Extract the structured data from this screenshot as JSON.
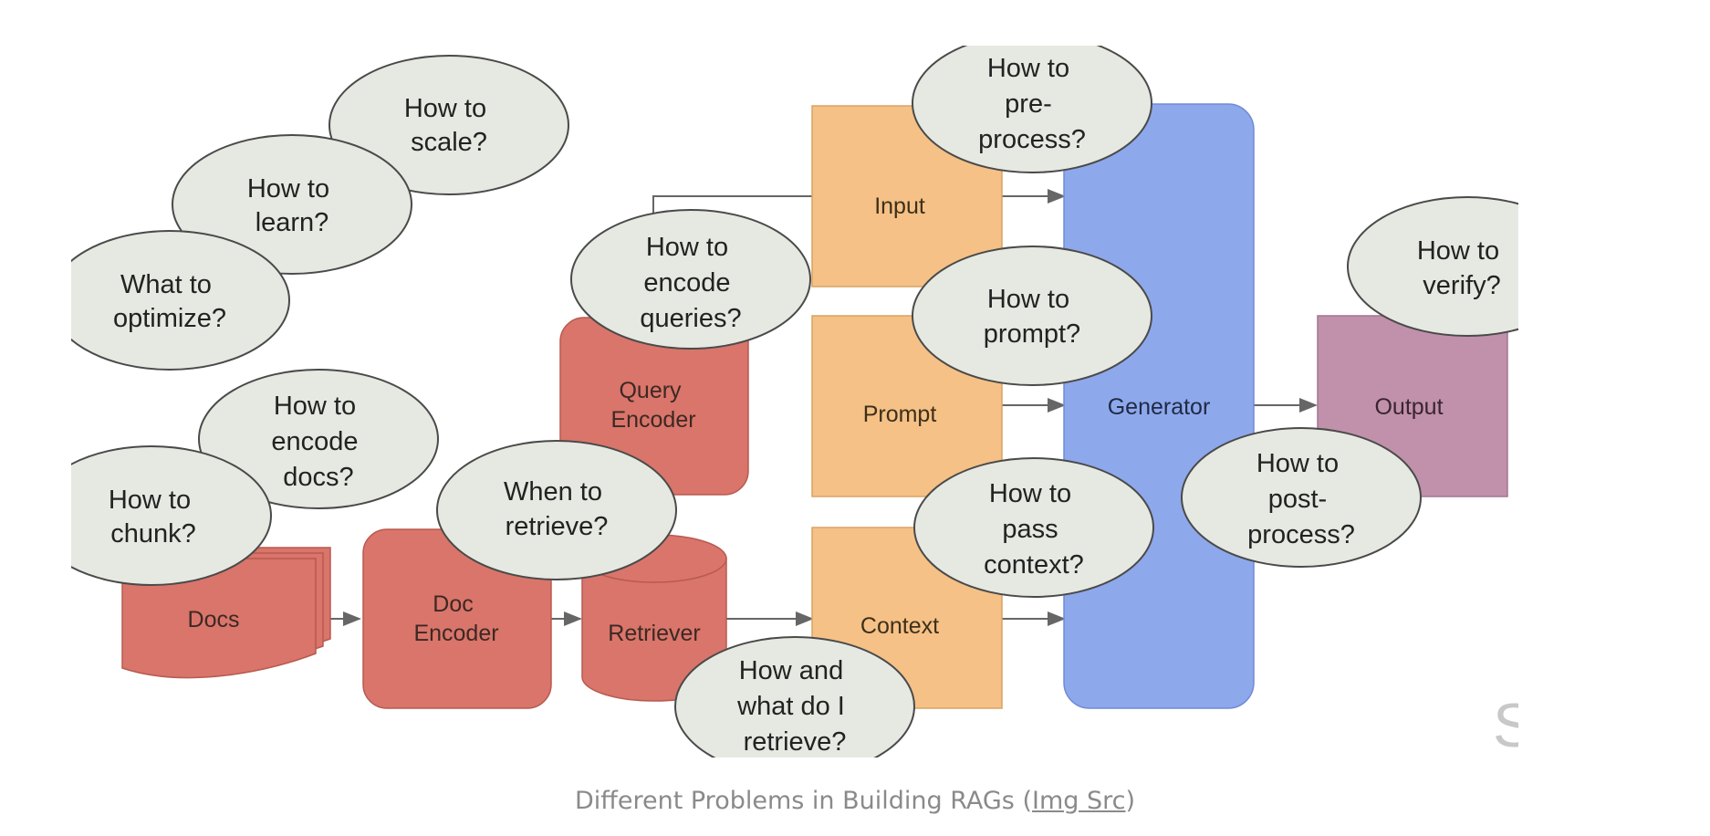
{
  "colors": {
    "red": "#d9756a",
    "orange": "#f5c186",
    "blue": "#8ea8ec",
    "purple": "#c191ac",
    "bubble": "#e6e9e1",
    "bubble_stroke": "#4a4a4a",
    "arrow": "#666666"
  },
  "components": {
    "docs": "Docs",
    "doc_encoder": [
      "Doc",
      "Encoder"
    ],
    "retriever": "Retriever",
    "query_encoder": [
      "Query",
      "Encoder"
    ],
    "input": "Input",
    "prompt": "Prompt",
    "context": "Context",
    "generator": "Generator",
    "output": "Output"
  },
  "questions": {
    "scale": [
      "How to",
      "scale?"
    ],
    "learn": [
      "How to",
      "learn?"
    ],
    "optimize": [
      "What to",
      "optimize?"
    ],
    "encode_docs": [
      "How to",
      "encode",
      "docs?"
    ],
    "chunk": [
      "How to",
      "chunk?"
    ],
    "when_retrieve": [
      "When to",
      "retrieve?"
    ],
    "encode_queries": [
      "How to",
      "encode",
      "queries?"
    ],
    "what_retrieve": [
      "How and",
      "what do I",
      "retrieve?"
    ],
    "preprocess": [
      "How to",
      "pre-",
      "process?"
    ],
    "prompt": [
      "How to",
      "prompt?"
    ],
    "pass_context": [
      "How to",
      "pass",
      "context?"
    ],
    "verify": [
      "How to",
      "verify?"
    ],
    "postprocess": [
      "How to",
      "post-",
      "process?"
    ]
  },
  "watermark": "S",
  "caption": {
    "text": "Different Problems in Building RAGs (",
    "link": "Img Src",
    "suffix": ")"
  }
}
